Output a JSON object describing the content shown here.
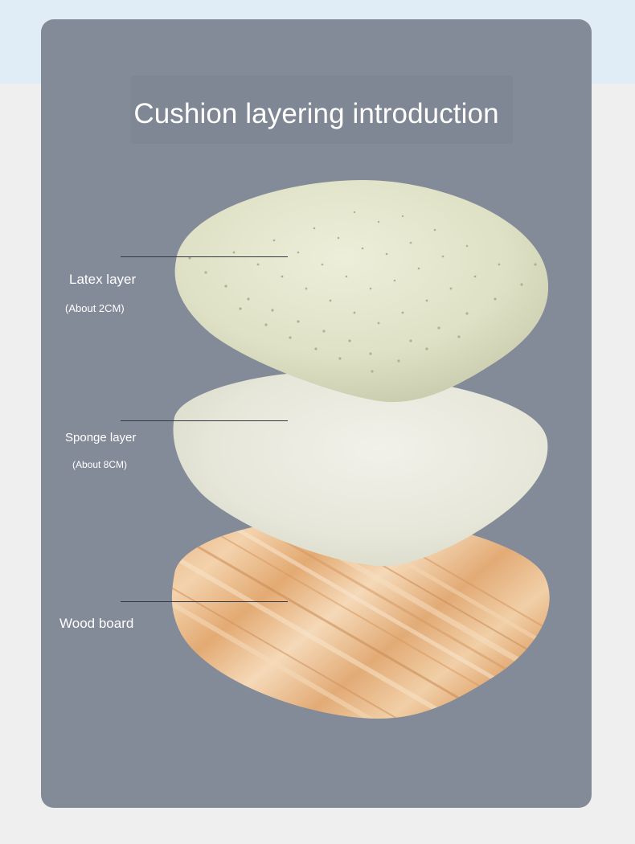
{
  "title": "Cushion layering introduction",
  "layers": [
    {
      "name": "Latex layer",
      "detail": "(About 2CM)"
    },
    {
      "name": "Sponge layer",
      "detail": "(About 8CM)"
    },
    {
      "name": "Wood board"
    }
  ],
  "colors": {
    "card_background": "#838a98",
    "top_strip": "#e1edf6",
    "latex": "#e7e8d0",
    "sponge": "#f0f0e6",
    "wood": "#e9b98a"
  }
}
